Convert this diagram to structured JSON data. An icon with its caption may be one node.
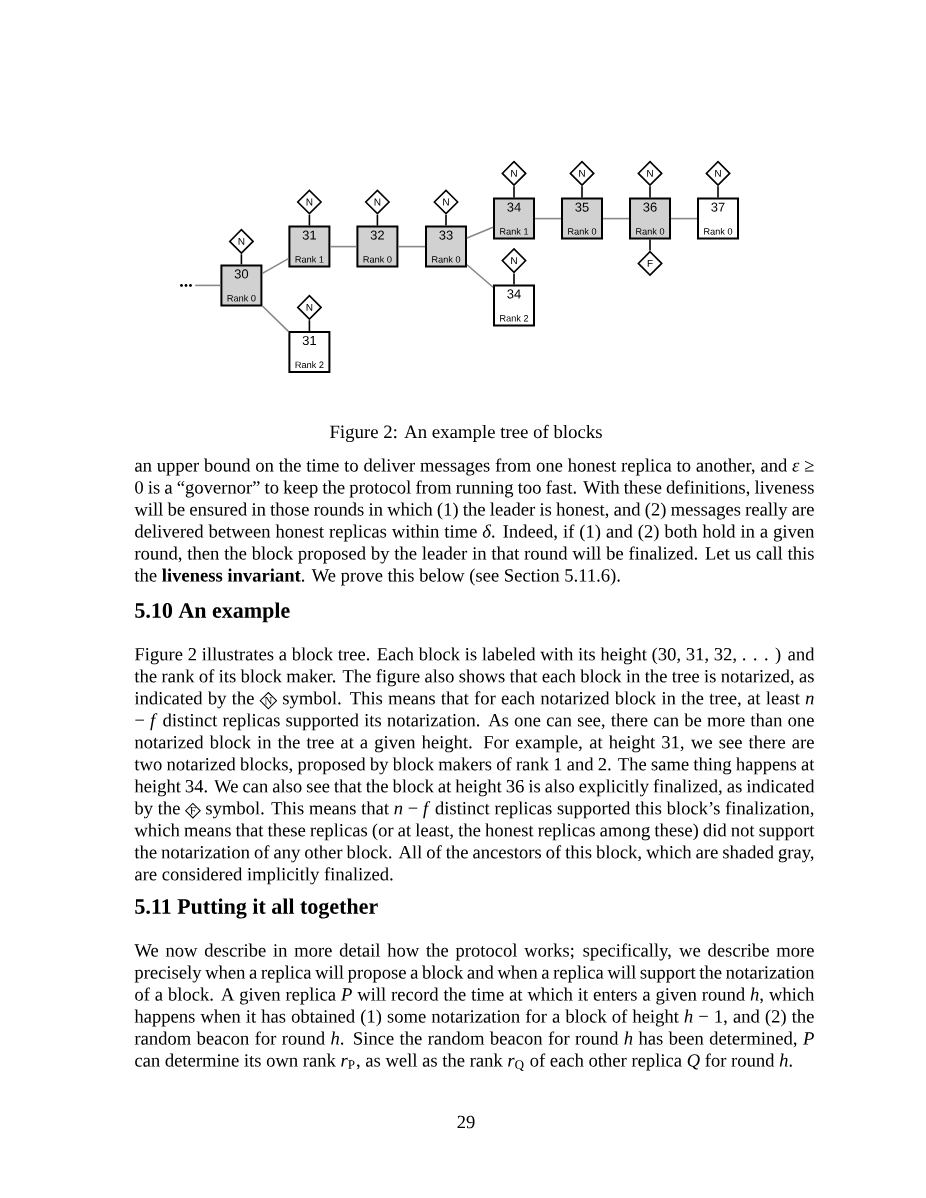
{
  "diagram": {
    "caption": "Figure 2: An example tree of blocks",
    "nodes": [
      {
        "text": [
          "..."
        ]
      },
      {
        "text": [
          "30",
          "Rank 0"
        ]
      },
      {
        "text": [
          "N"
        ]
      },
      {
        "text": [
          "31",
          "Rank 1"
        ]
      },
      {
        "text": [
          "N"
        ]
      },
      {
        "text": [
          "32",
          "Rank 0"
        ]
      },
      {
        "text": [
          "N"
        ]
      },
      {
        "text": [
          "33",
          "Rank 0"
        ]
      },
      {
        "text": [
          "N"
        ]
      },
      {
        "text": [
          "34",
          "Rank 1"
        ]
      },
      {
        "text": [
          "N"
        ]
      },
      {
        "text": [
          "35",
          "Rank 0"
        ]
      },
      {
        "text": [
          "N"
        ]
      },
      {
        "text": [
          "36",
          "Rank 0"
        ]
      },
      {
        "text": [
          "N"
        ]
      },
      {
        "text": [
          "F"
        ]
      },
      {
        "text": [
          "37",
          "Rank 0"
        ]
      },
      {
        "text": [
          "N"
        ]
      },
      {
        "text": [
          "34",
          "Rank 2"
        ]
      },
      {
        "text": [
          "N"
        ]
      },
      {
        "text": [
          "31",
          "Rank 2"
        ]
      },
      {
        "text": [
          "N"
        ]
      }
    ],
    "edges": [
      {
        "from": 0,
        "to": 1,
        "arrow": "none",
        "color": "#888888"
      },
      {
        "from": 1,
        "to": 3,
        "arrow": "none",
        "color": "#888888"
      },
      {
        "from": 1,
        "to": 20,
        "arrow": "none",
        "color": "#888888"
      },
      {
        "from": 3,
        "to": 5,
        "arrow": "none",
        "color": "#888888"
      },
      {
        "from": 5,
        "to": 7,
        "arrow": "none",
        "color": "#888888"
      },
      {
        "from": 7,
        "to": 9,
        "arrow": "none",
        "color": "#888888"
      },
      {
        "from": 7,
        "to": 18,
        "arrow": "none",
        "color": "#888888"
      },
      {
        "from": 9,
        "to": 11,
        "arrow": "none",
        "color": "#888888"
      },
      {
        "from": 11,
        "to": 13,
        "arrow": "none",
        "color": "#888888"
      },
      {
        "from": 13,
        "to": 16,
        "arrow": "none",
        "color": "#888888"
      },
      {
        "from": 2,
        "to": 1,
        "arrow": "none"
      },
      {
        "from": 4,
        "to": 3,
        "arrow": "none"
      },
      {
        "from": 6,
        "to": 5,
        "arrow": "none"
      },
      {
        "from": 8,
        "to": 7,
        "arrow": "none"
      },
      {
        "from": 10,
        "to": 9,
        "arrow": "none"
      },
      {
        "from": 12,
        "to": 11,
        "arrow": "none"
      },
      {
        "from": 14,
        "to": 13,
        "arrow": "none"
      },
      {
        "from": 15,
        "to": 13,
        "arrow": "none"
      },
      {
        "from": 17,
        "to": 16,
        "arrow": "none"
      },
      {
        "from": 19,
        "to": 18,
        "arrow": "none"
      },
      {
        "from": 21,
        "to": 20,
        "arrow": "none"
      }
    ],
    "labels": [
      "an upper bound on the time to deliver messages from one honest replica to another, and *ε* ≥ 0 is a “governor” to keep the protocol from running too fast. With these definitions, liveness will be ensured in those rounds in which (1) the leader is honest, and (2) messages really are delivered between honest replicas within time *δ*. Indeed, if (1) and (2) both hold in a given round, then the block proposed by the leader in that round will be finalized. Let us call this the **liveness invariant**. We prove this below (see Section 5.11.6).",
      "5.10 An example",
      "Figure 2 illustrates a block tree. Each block is labeled with its height (30, 31, 32, . . . ) and the rank of its block maker. The figure also shows that each block in the tree is notarized, as indicated by the",
      "N",
      "symbol. This means that for each notarized block in the tree, at least *n* − *f* distinct replicas supported its notarization. As one can see, there can be more than one notarized block in the tree at a given height. For example, at height 31, we see there are two notarized blocks, proposed by block makers of rank 1 and 2. The same thing happens at height 34. We can also see that the block at height 36 is also explicitly finalized, as indicated by the",
      "F",
      "symbol. This means that *n* − *f* distinct replicas supported this block’s finalization, which means that these replicas (or at least, the honest replicas among these) did not support the notarization of any other block. All of the ancestors of this block, which are shaded gray, are considered implicitly finalized.",
      "5.11 Putting it all together",
      "We now describe in more detail how the protocol works; specifically, we describe more precisely when a replica will propose a block and when a replica will support the notarization of a block. A given replica *P* will record the time at which it enters a given round *h*, which happens when it has obtained (1) some notarization for a block of height *h* − 1, and (2) the random beacon for round *h*. Since the random beacon for round *h* has been determined, *P* can determine its own rank *r*$_{P}$, as well as the rank *r*$_{Q}$ of each other replica *Q* for round *h*.",
      "29"
    ]
  }
}
